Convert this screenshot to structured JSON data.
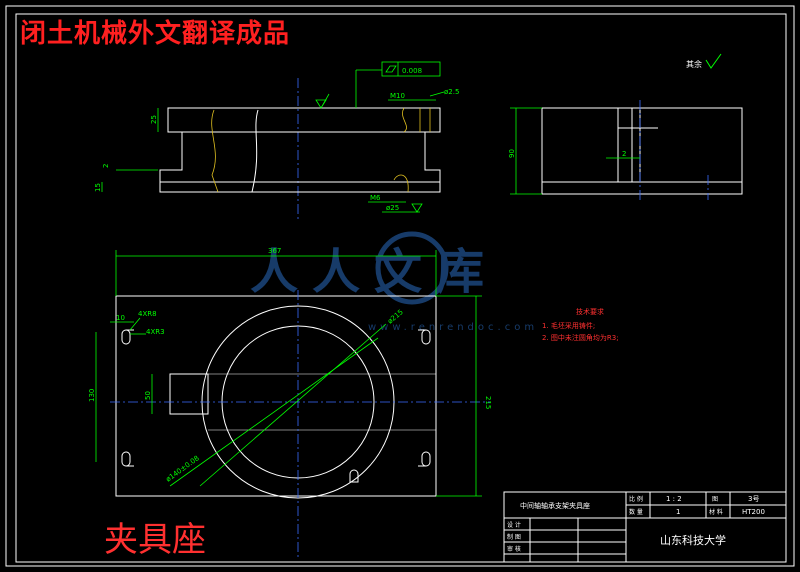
{
  "header": {
    "title": "闭土机械外文翻译成品"
  },
  "watermark": {
    "text": "人人文库",
    "url": "www.renrendoc.com"
  },
  "part_label": "夹具座",
  "remark": {
    "text": "其余"
  },
  "dims": {
    "flatness": "0.008",
    "m10": "M10",
    "hole_dia": "ø2.5",
    "d25": "25",
    "d2": "2",
    "d15": "15",
    "m6": "M6",
    "d_phi25": "ø25",
    "side_90": "90",
    "side_2": "2",
    "width_367": "367",
    "height_215": "215",
    "height_130": "130",
    "width_10": "10",
    "hole1": "4XR8",
    "hole2": "4XR3",
    "d50": "50",
    "circle_dia": "ø215",
    "bore_dia": "ø140±0.08"
  },
  "tech_notes": {
    "title": "技术要求",
    "items": [
      "1. 毛坯采用铸件;",
      "2. 图中未注圆角均为R3;"
    ]
  },
  "title_block": {
    "drawing_name": "中间轴轴承支架夹具座",
    "scale_label": "比 例",
    "scale_value": "1 : 2",
    "sheet_label": "图",
    "sheet_value": "3号",
    "qty_label": "数 量",
    "qty_value": "1",
    "material_label": "材 料",
    "material_value": "HT200",
    "design_label": "设 计",
    "draw_label": "制 图",
    "review_label": "审 核",
    "school": "山东科技大学"
  },
  "colors": {
    "background": "#000000",
    "outline": "#ffffff",
    "dimension": "#00ff00",
    "centerline": "#3a6cff",
    "header": "#ff2020",
    "label": "#ff3030"
  }
}
